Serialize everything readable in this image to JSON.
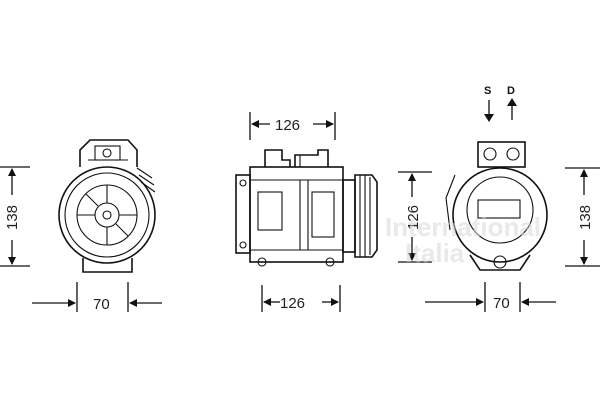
{
  "views": {
    "front_left": {
      "height_label": "138",
      "width_label": "70"
    },
    "side": {
      "top_length_label": "126",
      "bottom_length_label": "126",
      "height_label": "126"
    },
    "front_right": {
      "height_label": "138",
      "width_label": "70",
      "port_suction_label": "S",
      "port_discharge_label": "D"
    }
  },
  "watermark": {
    "line1": "International",
    "line2": "Italia"
  },
  "colors": {
    "line": "#111111",
    "text": "#222222",
    "watermark": "#d8d8d8"
  }
}
